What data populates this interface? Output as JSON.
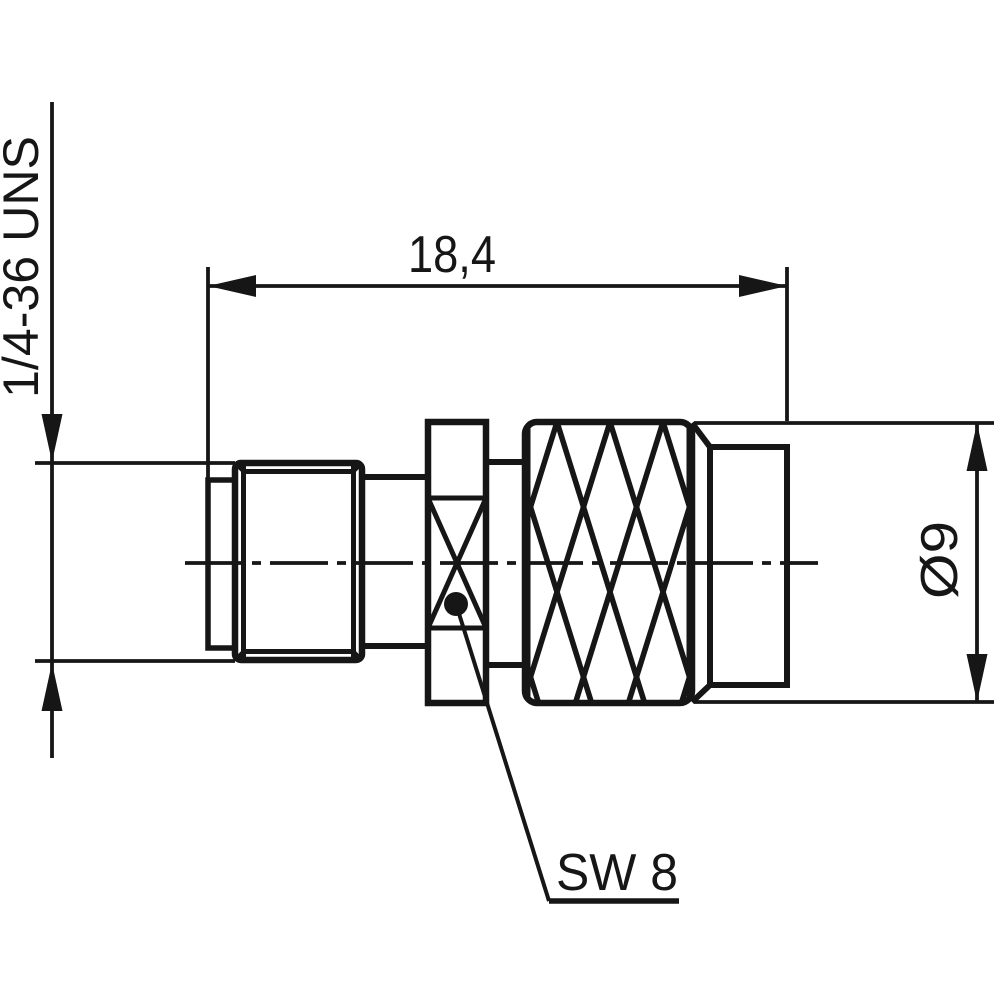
{
  "drawing": {
    "type": "technical-drawing-connector-side-view",
    "background_color": "#ffffff",
    "line_color": "#161616",
    "dimension_width": {
      "label": "18,4"
    },
    "dimension_thread": {
      "label": "1/4-36 UNS"
    },
    "dimension_diameter": {
      "label": "Ø9"
    },
    "wrench_size": {
      "label": "SW 8"
    }
  }
}
